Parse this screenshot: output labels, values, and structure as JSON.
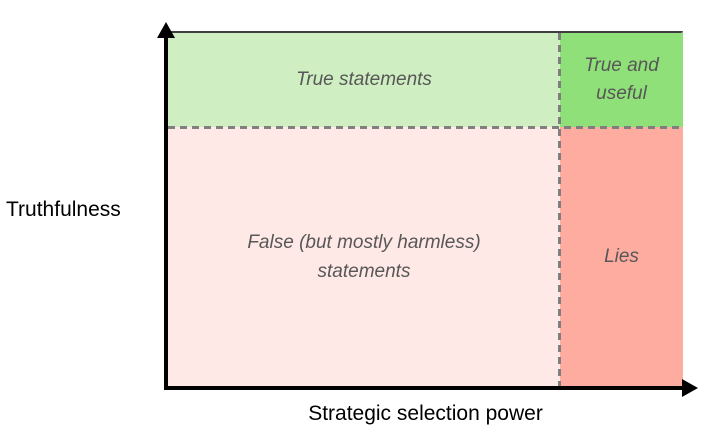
{
  "figure": {
    "type": "quadrant-diagram",
    "axes": {
      "y_label": "Truthfulness",
      "x_label": "Strategic selection power",
      "axis_color": "#000000"
    },
    "dividers": {
      "style": "dashed",
      "color": "#7f7f7f"
    },
    "border_colors": {
      "top": "#3f3f3f",
      "right": "#969696"
    },
    "quadrants": {
      "top_left": {
        "label": "True statements",
        "bg": "#cfeec1"
      },
      "top_right": {
        "label": "True and useful",
        "bg": "#90e07a"
      },
      "bottom_left": {
        "label": "False (but mostly harmless) statements",
        "bg": "#ffe9e6"
      },
      "bottom_right": {
        "label": "Lies",
        "bg": "#ffaca0"
      }
    }
  }
}
